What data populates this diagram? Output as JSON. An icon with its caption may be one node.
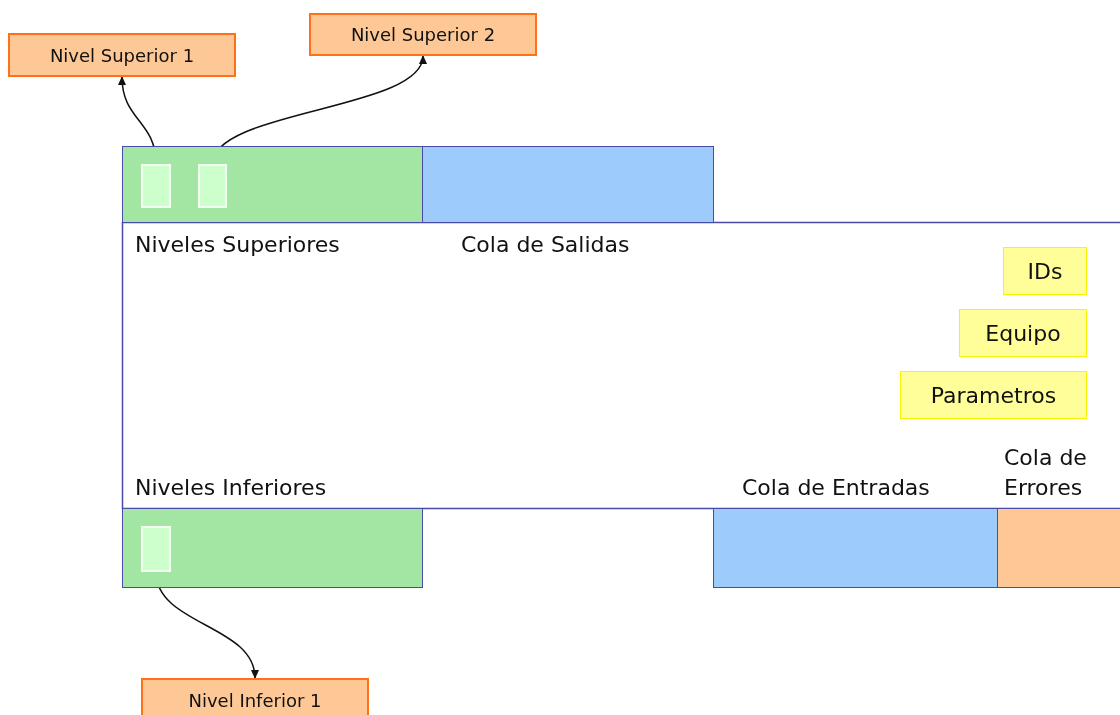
{
  "diagram": {
    "nodes": [
      {
        "text": [
          "Nivel Superior 1"
        ]
      },
      {
        "text": [
          "Nivel Superior 2"
        ]
      },
      {
        "text": [
          "Niveles Superiores"
        ]
      },
      {
        "text": [],
        "shape": "box",
        "in": 2
      },
      {
        "text": [],
        "shape": "box",
        "in": 2
      },
      {
        "text": [
          "Cola de Salidas"
        ]
      },
      {
        "text": [
          "IDs"
        ]
      },
      {
        "text": [
          "Equipo"
        ]
      },
      {
        "text": [
          "Parametros"
        ]
      },
      {
        "text": [
          "Niveles Inferiores"
        ]
      },
      {
        "text": [],
        "shape": "box",
        "in": 9
      },
      {
        "text": [
          "Cola de Entradas"
        ]
      },
      {
        "text": [
          "Cola de Errores"
        ]
      },
      {
        "text": [
          "Nivel Inferior 1"
        ]
      }
    ],
    "edges": [
      {
        "from": 3,
        "to": 0,
        "arrow": "to"
      },
      {
        "from": 4,
        "to": 1,
        "arrow": "to"
      },
      {
        "from": 10,
        "to": 13,
        "arrow": "to"
      }
    ]
  }
}
